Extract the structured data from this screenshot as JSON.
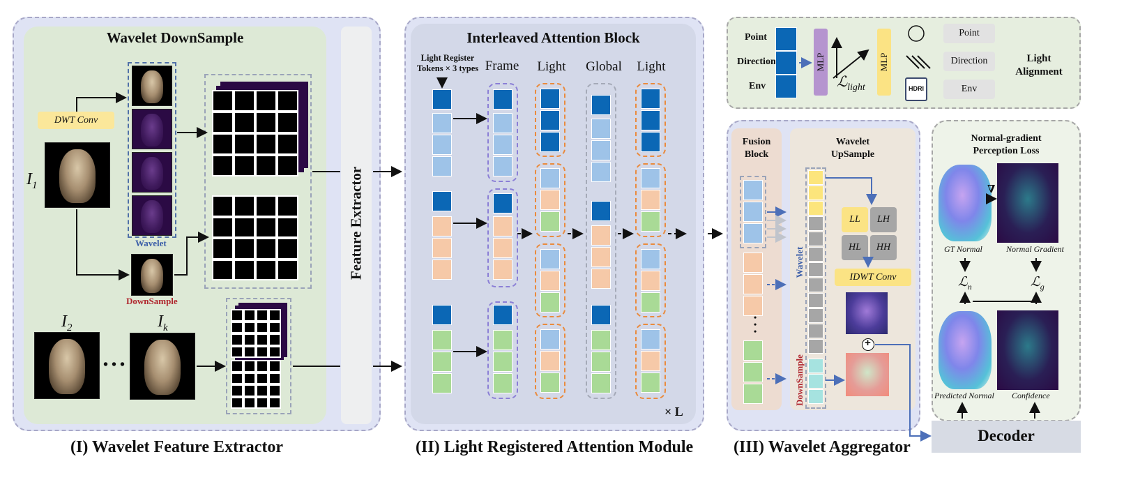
{
  "captions": {
    "p1": "(I) Wavelet Feature Extractor",
    "p2": "(II) Light Registered Attention Module",
    "p3": "(III) Wavelet  Aggregator"
  },
  "p1": {
    "title": "Wavelet DownSample",
    "dwt_conv": "DWT Conv",
    "i1": "I",
    "i1_sub": "1",
    "i2": "I",
    "i2_sub": "2",
    "ik": "I",
    "ik_sub": "k",
    "ellipsis": "• • •",
    "wavelet": "Wavelet",
    "downsample": "DownSample",
    "feature_extractor": "Feature Extractor"
  },
  "p2": {
    "title": "Interleaved Attention Block",
    "tokens_line1": "Light Register",
    "tokens_line2": "Tokens × 3 types",
    "col_frame": "Frame",
    "col_light1": "Light",
    "col_global": "Global",
    "col_light2": "Light",
    "repeat": "× L"
  },
  "p3top": {
    "point": "Point",
    "direction": "Direction",
    "env": "Env",
    "mlp1": "MLP",
    "mlp2": "MLP",
    "loss": "ℒ",
    "loss_sub": "light",
    "hdri": "HDRI",
    "opt_point": "Point",
    "opt_direction": "Direction",
    "opt_env": "Env",
    "light_alignment_1": "Light",
    "light_alignment_2": "Alignment"
  },
  "p3": {
    "fusion_1": "Fusion",
    "fusion_2": "Block",
    "wavelet_up_1": "Wavelet",
    "wavelet_up_2": "UpSample",
    "wavelet_side": "Wavelet",
    "downsample_side": "DownSample",
    "ll": "LL",
    "lh": "LH",
    "hl": "HL",
    "hh": "HH",
    "idwt_conv": "IDWT Conv",
    "dots": "• • •",
    "plus": "+"
  },
  "p4": {
    "title_1": "Normal-gradient",
    "title_2": "Perception Loss",
    "nabla": "∇",
    "gt_normal": "GT Normal",
    "normal_gradient": "Normal Gradient",
    "ln": "ℒ",
    "ln_sub": "n",
    "lg": "ℒ",
    "lg_sub": "g",
    "predicted_normal": "Predicted Normal",
    "confidence": "Confidence",
    "decoder": "Decoder"
  },
  "colors": {
    "token_dark": "#0b67b5",
    "token_light_blue": "#9ec3e8",
    "token_orange": "#f6c9a8",
    "token_green": "#a9da96",
    "wavelet_label": "#3b5ea8",
    "downsample_label": "#b0282f",
    "frame_border": "#8b7fd6",
    "light_border": "#ea8a3c",
    "global_border": "#a5aab8"
  }
}
